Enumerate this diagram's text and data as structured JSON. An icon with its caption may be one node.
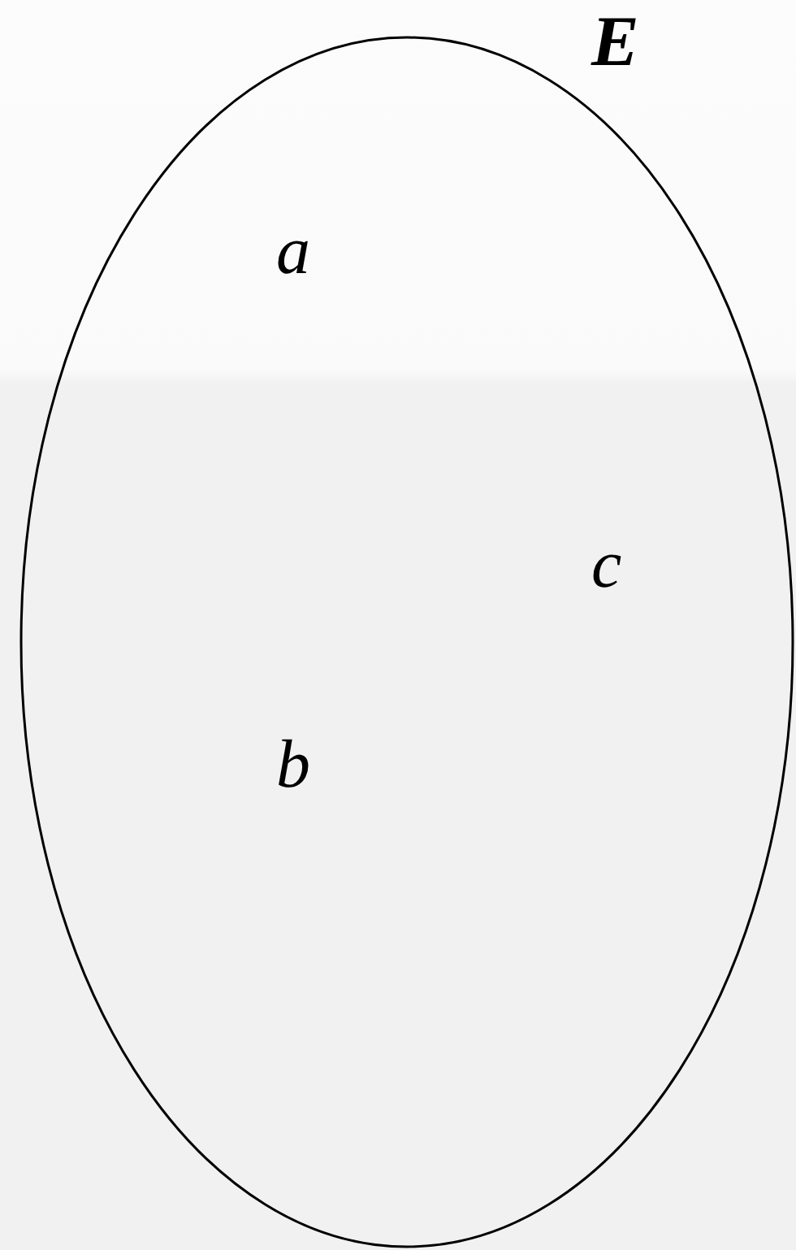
{
  "diagram": {
    "nodes": [
      {
        "text": [
          "E"
        ]
      }
    ],
    "labels": [
      "a",
      "c",
      "b"
    ]
  }
}
